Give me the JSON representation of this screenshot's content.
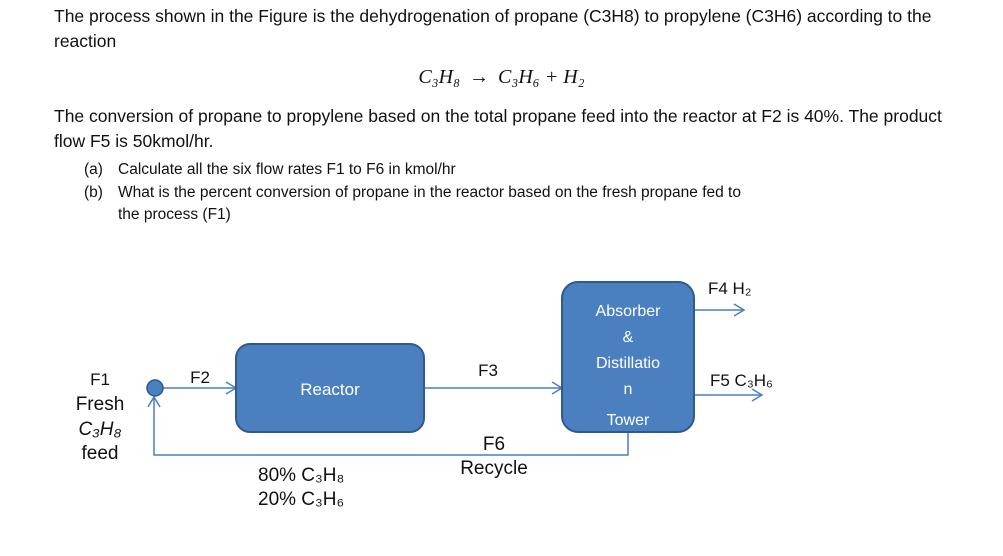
{
  "text": {
    "p1": "The process shown in the Figure is the dehydrogenation of propane (C3H8) to propylene (C3H6) according to the reaction",
    "eq_left": "C₃H₈",
    "eq_arrow": "→",
    "eq_right": "C₃H₆  +  H₂",
    "p2": "The conversion of propane to propylene based on the total propane feed into the reactor at F2 is 40%.  The product flow F5 is 50kmol/hr.",
    "qa_label": "(a)",
    "qa": "Calculate all the six flow rates F1 to F6 in kmol/hr",
    "qb_label": "(b)",
    "qb_line1": "What is the percent conversion of propane in the reactor based on the fresh propane fed to",
    "qb_line2": "the process (F1)"
  },
  "diagram": {
    "reactor": "Reactor",
    "absorber": [
      "Absorber",
      "&",
      "Distillatio",
      "n",
      "Tower"
    ],
    "f1": "F1",
    "fresh": [
      "Fresh",
      "C₃H₈",
      "feed"
    ],
    "f2": "F2",
    "f3": "F3",
    "f4": "F4  H₂",
    "f5": "F5  C₃H₆",
    "f6": "F6",
    "recycle": "Recycle",
    "comp1": "80% C₃H₈",
    "comp2": "20% C₃H₆",
    "colors": {
      "box_fill": "#4a7fc0",
      "box_stroke": "#2e5a8c",
      "line": "#4a7fc0",
      "mixer": "#4a7fc0"
    }
  }
}
